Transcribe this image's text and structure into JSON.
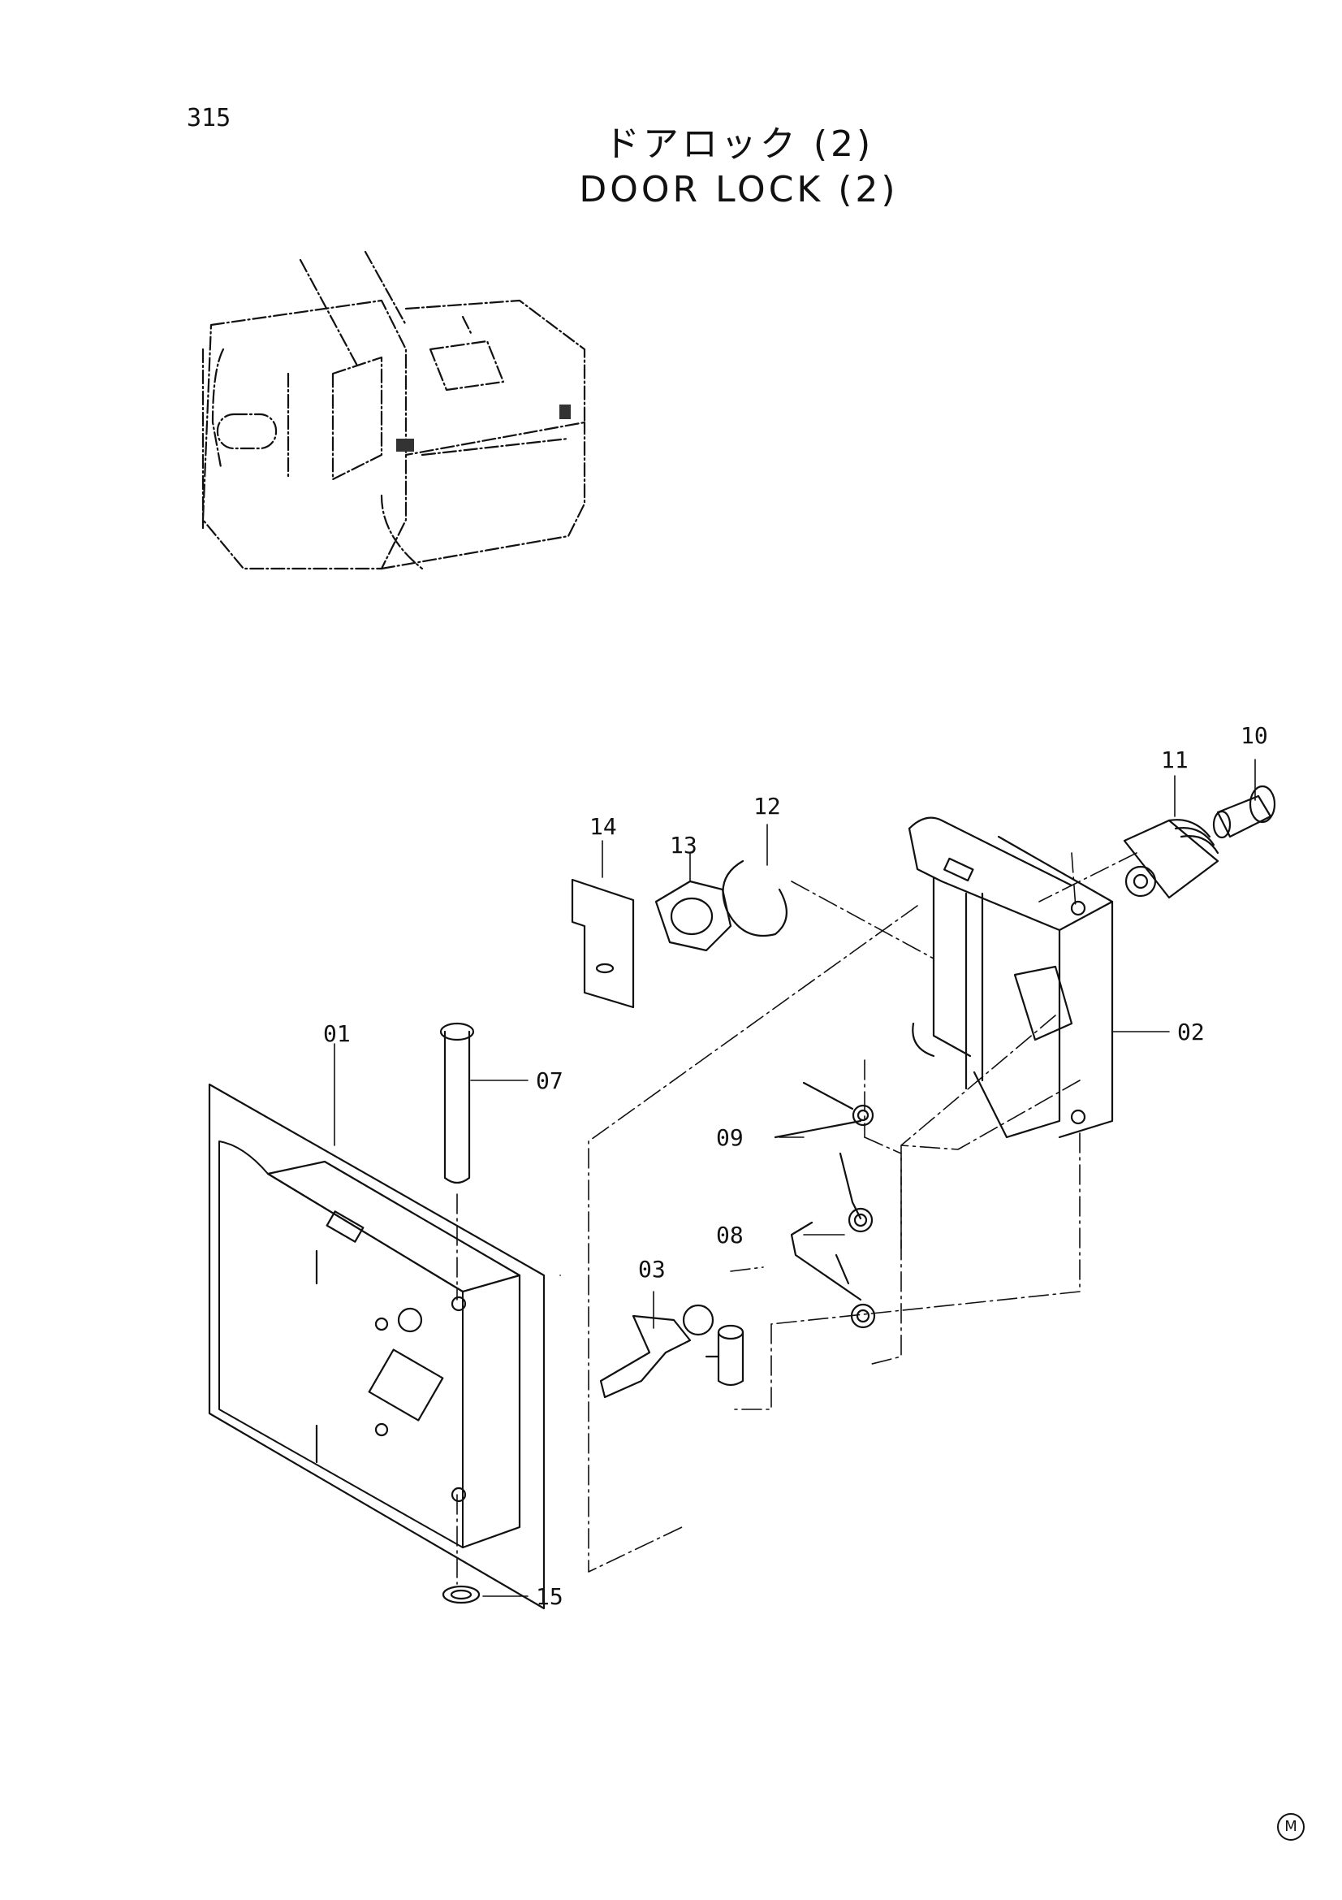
{
  "page_number": "315",
  "title": {
    "japanese": "ドアロック (2)",
    "english": "DOOR LOCK (2)"
  },
  "callouts": [
    "01",
    "02",
    "03",
    "07",
    "08",
    "09",
    "10",
    "11",
    "12",
    "13",
    "14",
    "15"
  ],
  "corner_mark": "M"
}
